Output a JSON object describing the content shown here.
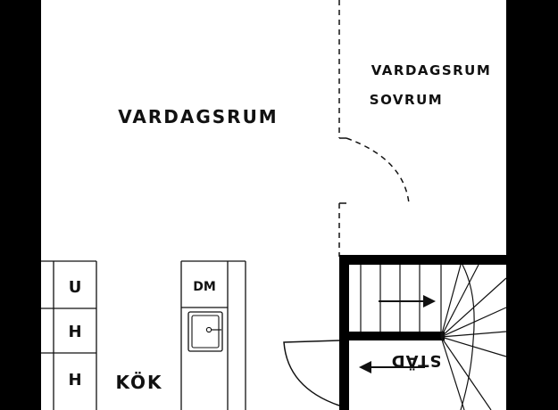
{
  "rooms": {
    "living_room": "VARDAGSRUM",
    "side_room_line1": "VARDAGSRUM",
    "side_room_line2": "SOVRUM",
    "kitchen": "KÖK"
  },
  "fixtures": {
    "dishwasher": "DM",
    "cabinet_1": "U",
    "cabinet_2": "H",
    "cabinet_3": "H",
    "cleaning_closet": "STÄD"
  },
  "colors": {
    "wall": "#000000",
    "line": "#111111",
    "background": "#ffffff"
  }
}
